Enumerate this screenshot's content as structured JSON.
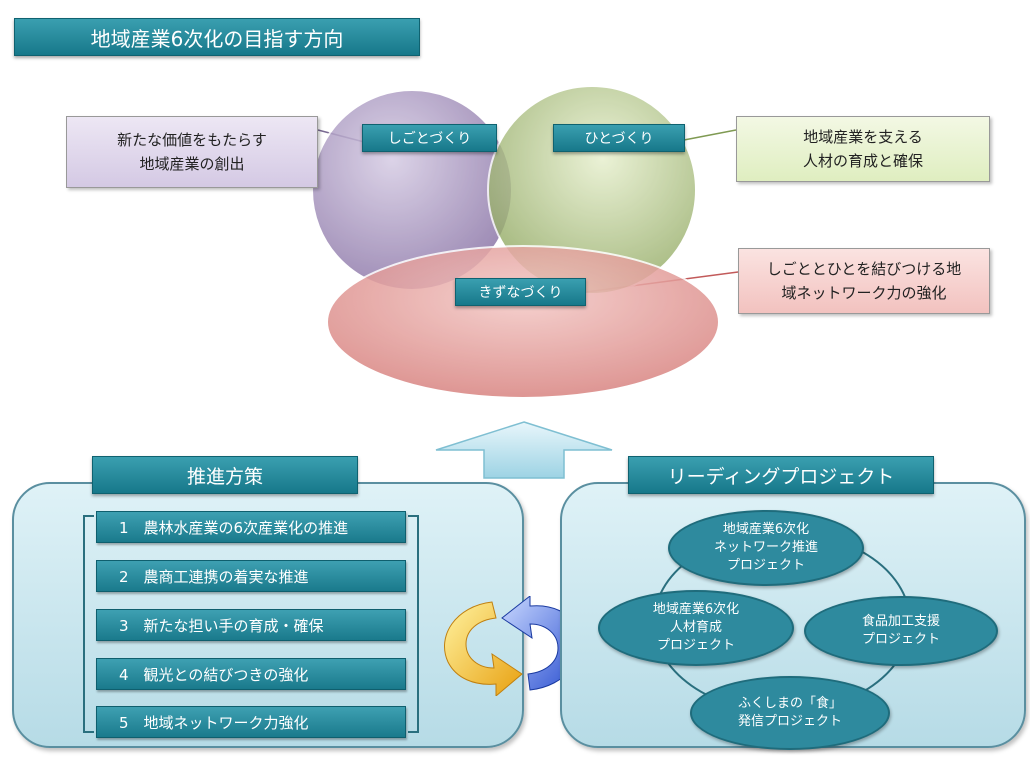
{
  "title": "地域産業6次化の目指す方向",
  "venn": {
    "shigoto": "しごとづくり",
    "hito": "ひとづくり",
    "kizuna": "きずなづくり"
  },
  "notes": {
    "left": "新たな価値をもたらす\n地域産業の創出",
    "right_top": "地域産業を支える\n人材の育成と確保",
    "right_bottom": "しごととひとを結びつける地\n域ネットワーク力の強化"
  },
  "policy": {
    "header": "推進方策",
    "items": [
      "1　農林水産業の6次産業化の推進",
      "2　農商工連携の着実な推進",
      "3　新たな担い手の育成・確保",
      "4　観光との結びつきの強化",
      "5　地域ネットワーク力強化"
    ]
  },
  "projects": {
    "header": "リーディングプロジェクト",
    "items": [
      "地域産業6次化\nネットワーク推進\nプロジェクト",
      "地域産業6次化\n人材育成\nプロジェクト",
      "食品加工支援\nプロジェクト",
      "ふくしまの「食」\n発信プロジェクト"
    ]
  },
  "colors": {
    "teal": "#2e8a9e",
    "purple": "#8f7aa8",
    "green": "#8fa860",
    "red": "#d98585"
  }
}
